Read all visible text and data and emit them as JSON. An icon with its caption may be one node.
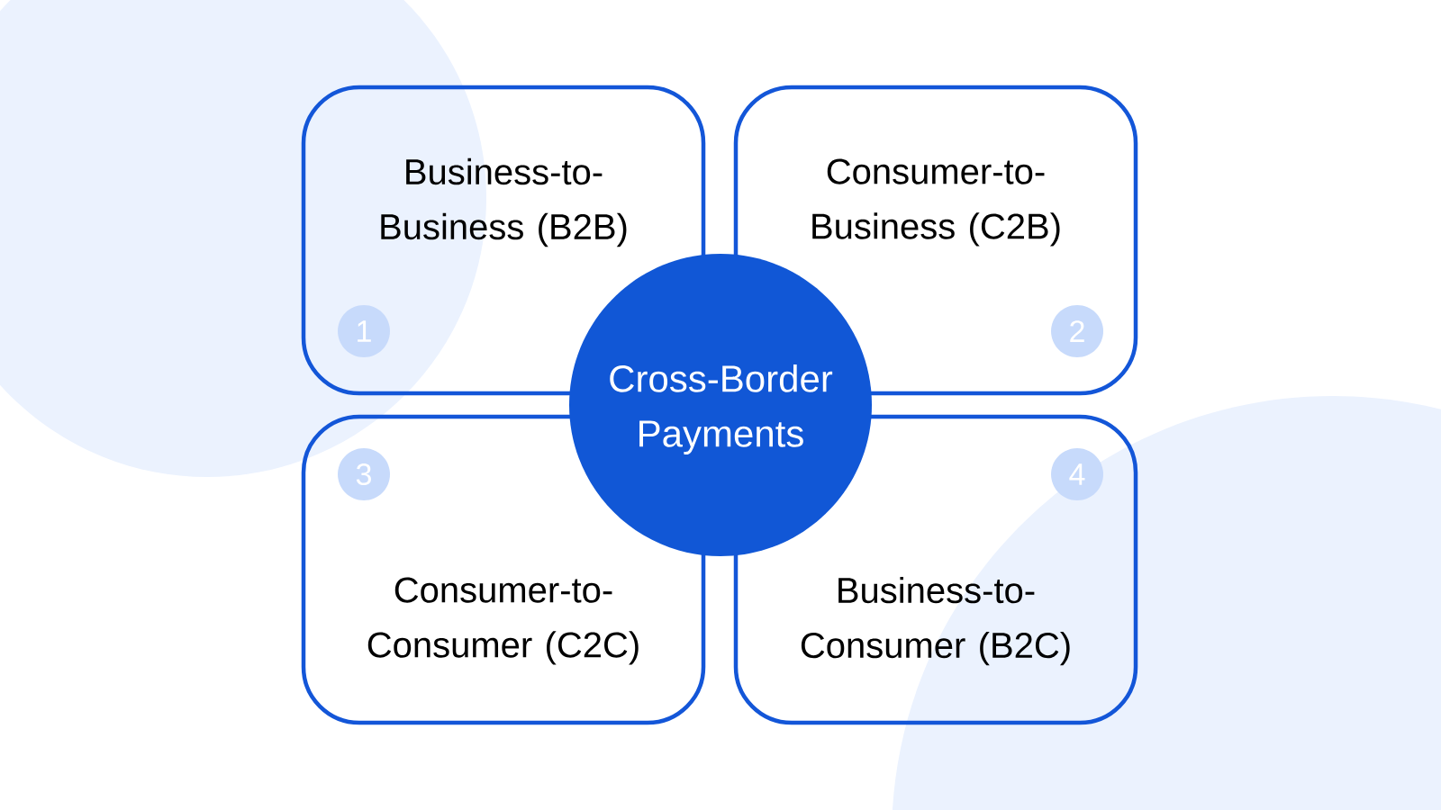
{
  "diagram": {
    "nodes": [
      {
        "text": [
          "Business-to-Business (B2B)",
          "1"
        ]
      },
      {
        "text": [
          "Consumer-to-Business (C2B)",
          "2"
        ]
      },
      {
        "text": [
          "3",
          "Consumer-to-Consumer (C2C)"
        ]
      },
      {
        "text": [
          "4",
          "Business-to-Consumer (B2C)"
        ]
      },
      {
        "text": [
          "Cross-Border Payments"
        ]
      }
    ],
    "edges": []
  }
}
